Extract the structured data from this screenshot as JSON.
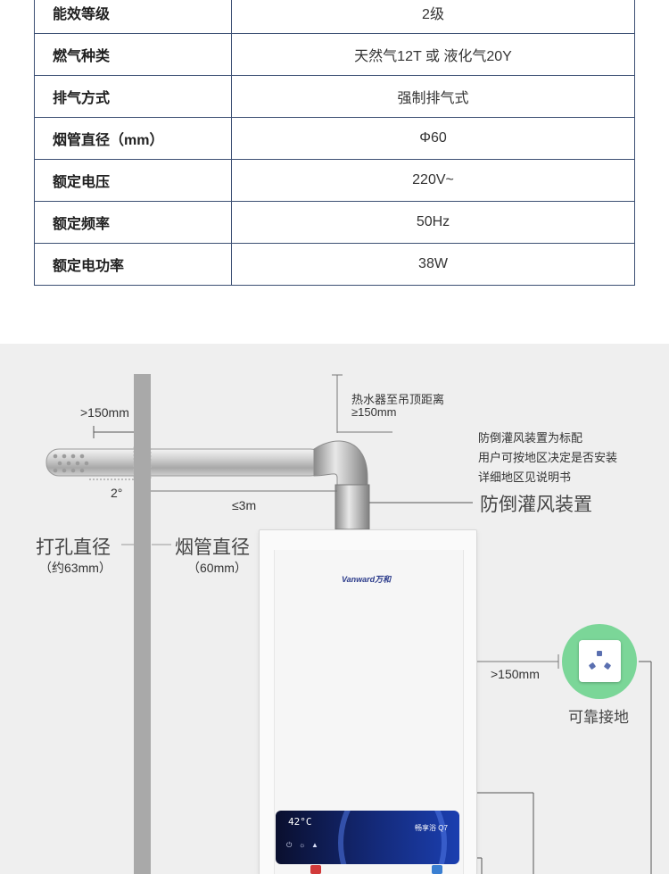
{
  "specs": [
    {
      "label": "能效等级",
      "value": "2级"
    },
    {
      "label": "燃气种类",
      "value": "天然气12T 或 液化气20Y"
    },
    {
      "label": "排气方式",
      "value": "强制排气式"
    },
    {
      "label": "烟管直径（mm）",
      "value": "Φ60"
    },
    {
      "label": "额定电压",
      "value": "220V~"
    },
    {
      "label": "额定频率",
      "value": "50Hz"
    },
    {
      "label": "额定电功率",
      "value": "38W"
    }
  ],
  "diagram": {
    "gap_wall": ">150mm",
    "ceiling_label": "热水器至吊顶距离",
    "ceiling_value": "≥150mm",
    "anti_backdraft_note": [
      "防倒灌风装置为标配",
      "用户可按地区决定是否安装",
      "详细地区见说明书"
    ],
    "anti_backdraft_label": "防倒灌风装置",
    "angle": "2°",
    "pipe_length": "≤3m",
    "hole_label": "打孔直径",
    "hole_size": "（约63mm）",
    "pipe_label": "烟管直径",
    "pipe_size": "（60mm）",
    "side_gap": ">150mm",
    "outlet_label": "可靠接地",
    "brand": "Vanward万和",
    "display_temp": "42°C",
    "model_tag": "畅享浴 Q7"
  },
  "colors": {
    "table_border": "#3b4f73",
    "outlet_green": "#7bd698",
    "panel_blue": "#142a7a"
  }
}
